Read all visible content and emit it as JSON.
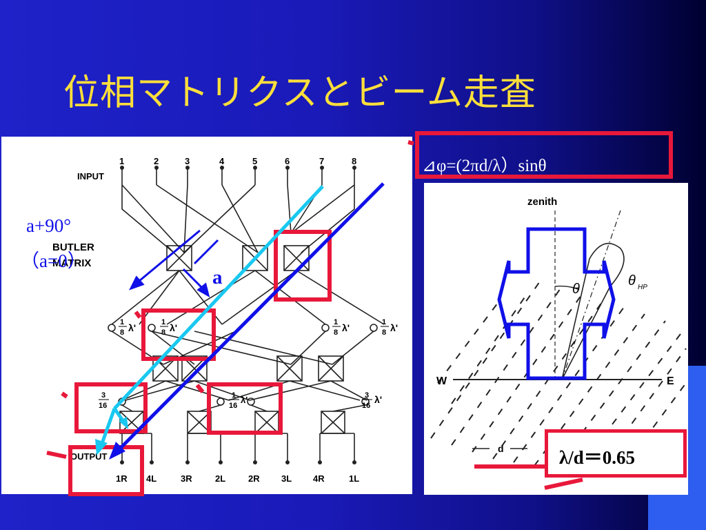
{
  "slide": {
    "title": "位相マトリクスとビーム走査",
    "formula": "⊿φ=(2πd/λ）sinθ",
    "ratio": "λ/d＝0.65",
    "phase_label_1": "a+90°",
    "phase_label_2": "（a=0）",
    "phase_label_3": "a"
  },
  "butler_diagram": {
    "input_label": "INPUT",
    "matrix_label_1": "BUTLER",
    "matrix_label_2": "MATRIX",
    "output_label": "OUTPUT",
    "input_ports": [
      "1",
      "2",
      "3",
      "4",
      "5",
      "6",
      "7",
      "8"
    ],
    "output_ports": [
      "1R",
      "4L",
      "3R",
      "2L",
      "2R",
      "3L",
      "4R",
      "1L"
    ],
    "shift_1_8": {
      "num": "1",
      "den": "8",
      "sym": "λ'"
    },
    "shift_3_16": {
      "num": "3",
      "den": "16",
      "sym": "λ'"
    },
    "shift_1_16": {
      "num": "1",
      "den": "16",
      "sym": "λ'"
    }
  },
  "beam_diagram": {
    "zenith": "zenith",
    "west": "W",
    "east": "E",
    "theta": "θ",
    "theta_hp": "θ",
    "theta_hp_sub": "HP",
    "spacing": "d"
  },
  "colors": {
    "background": "#1a1ab8",
    "title": "#ffdf3a",
    "highlight_red": "#e8183a",
    "arrow_blue": "#1010e8",
    "arrow_cyan": "#19c8f0"
  }
}
